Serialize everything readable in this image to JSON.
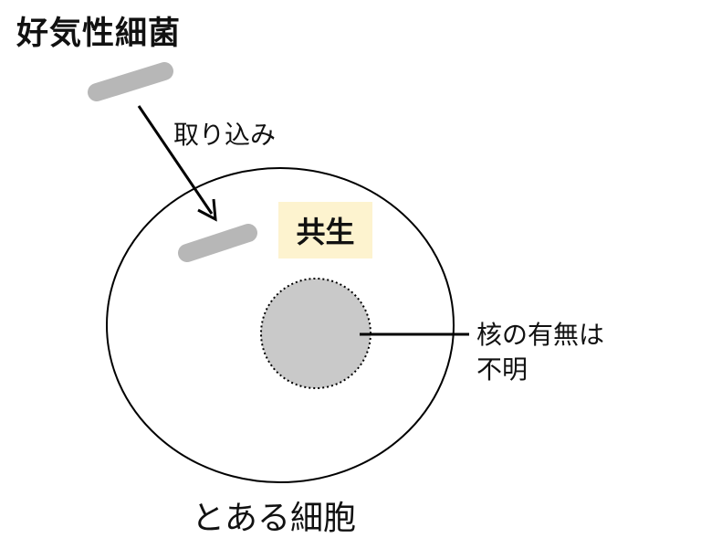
{
  "title": "好気性細菌",
  "labels": {
    "uptake": "取り込み",
    "symbiosis": "共生",
    "nucleus_line1": "核の有無は",
    "nucleus_line2": "不明",
    "cell": "とある細胞"
  },
  "colors": {
    "bacterium": "#b7b7b7",
    "nucleus_fill": "#c9c9c9",
    "symbiosis_highlight": "#fdf3cf"
  }
}
